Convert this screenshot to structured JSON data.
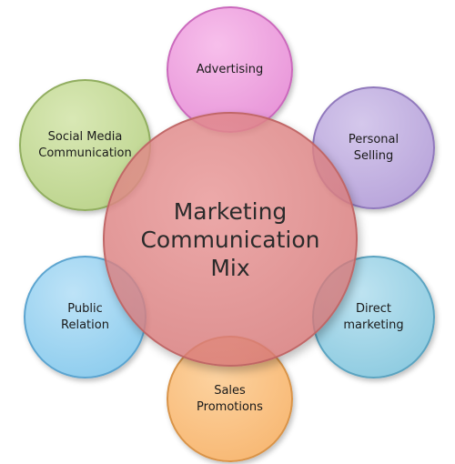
{
  "center": {
    "label": "Marketing\nCommunication\nMix",
    "color": "#d98080"
  },
  "outer": {
    "advertising": {
      "label": "Advertising",
      "color": "#e98ed8"
    },
    "personal_selling": {
      "label": "Personal\nSelling",
      "color": "#b9a6dc"
    },
    "direct_marketing": {
      "label": "Direct\nmarketing",
      "color": "#8ccfe6"
    },
    "sales_promotions": {
      "label": "Sales\nPromotions",
      "color": "#f8bd78"
    },
    "public_relation": {
      "label": "Public\nRelation",
      "color": "#8fd0f0"
    },
    "social_media": {
      "label": "Social Media\nCommunication",
      "color": "#bed68a"
    }
  }
}
